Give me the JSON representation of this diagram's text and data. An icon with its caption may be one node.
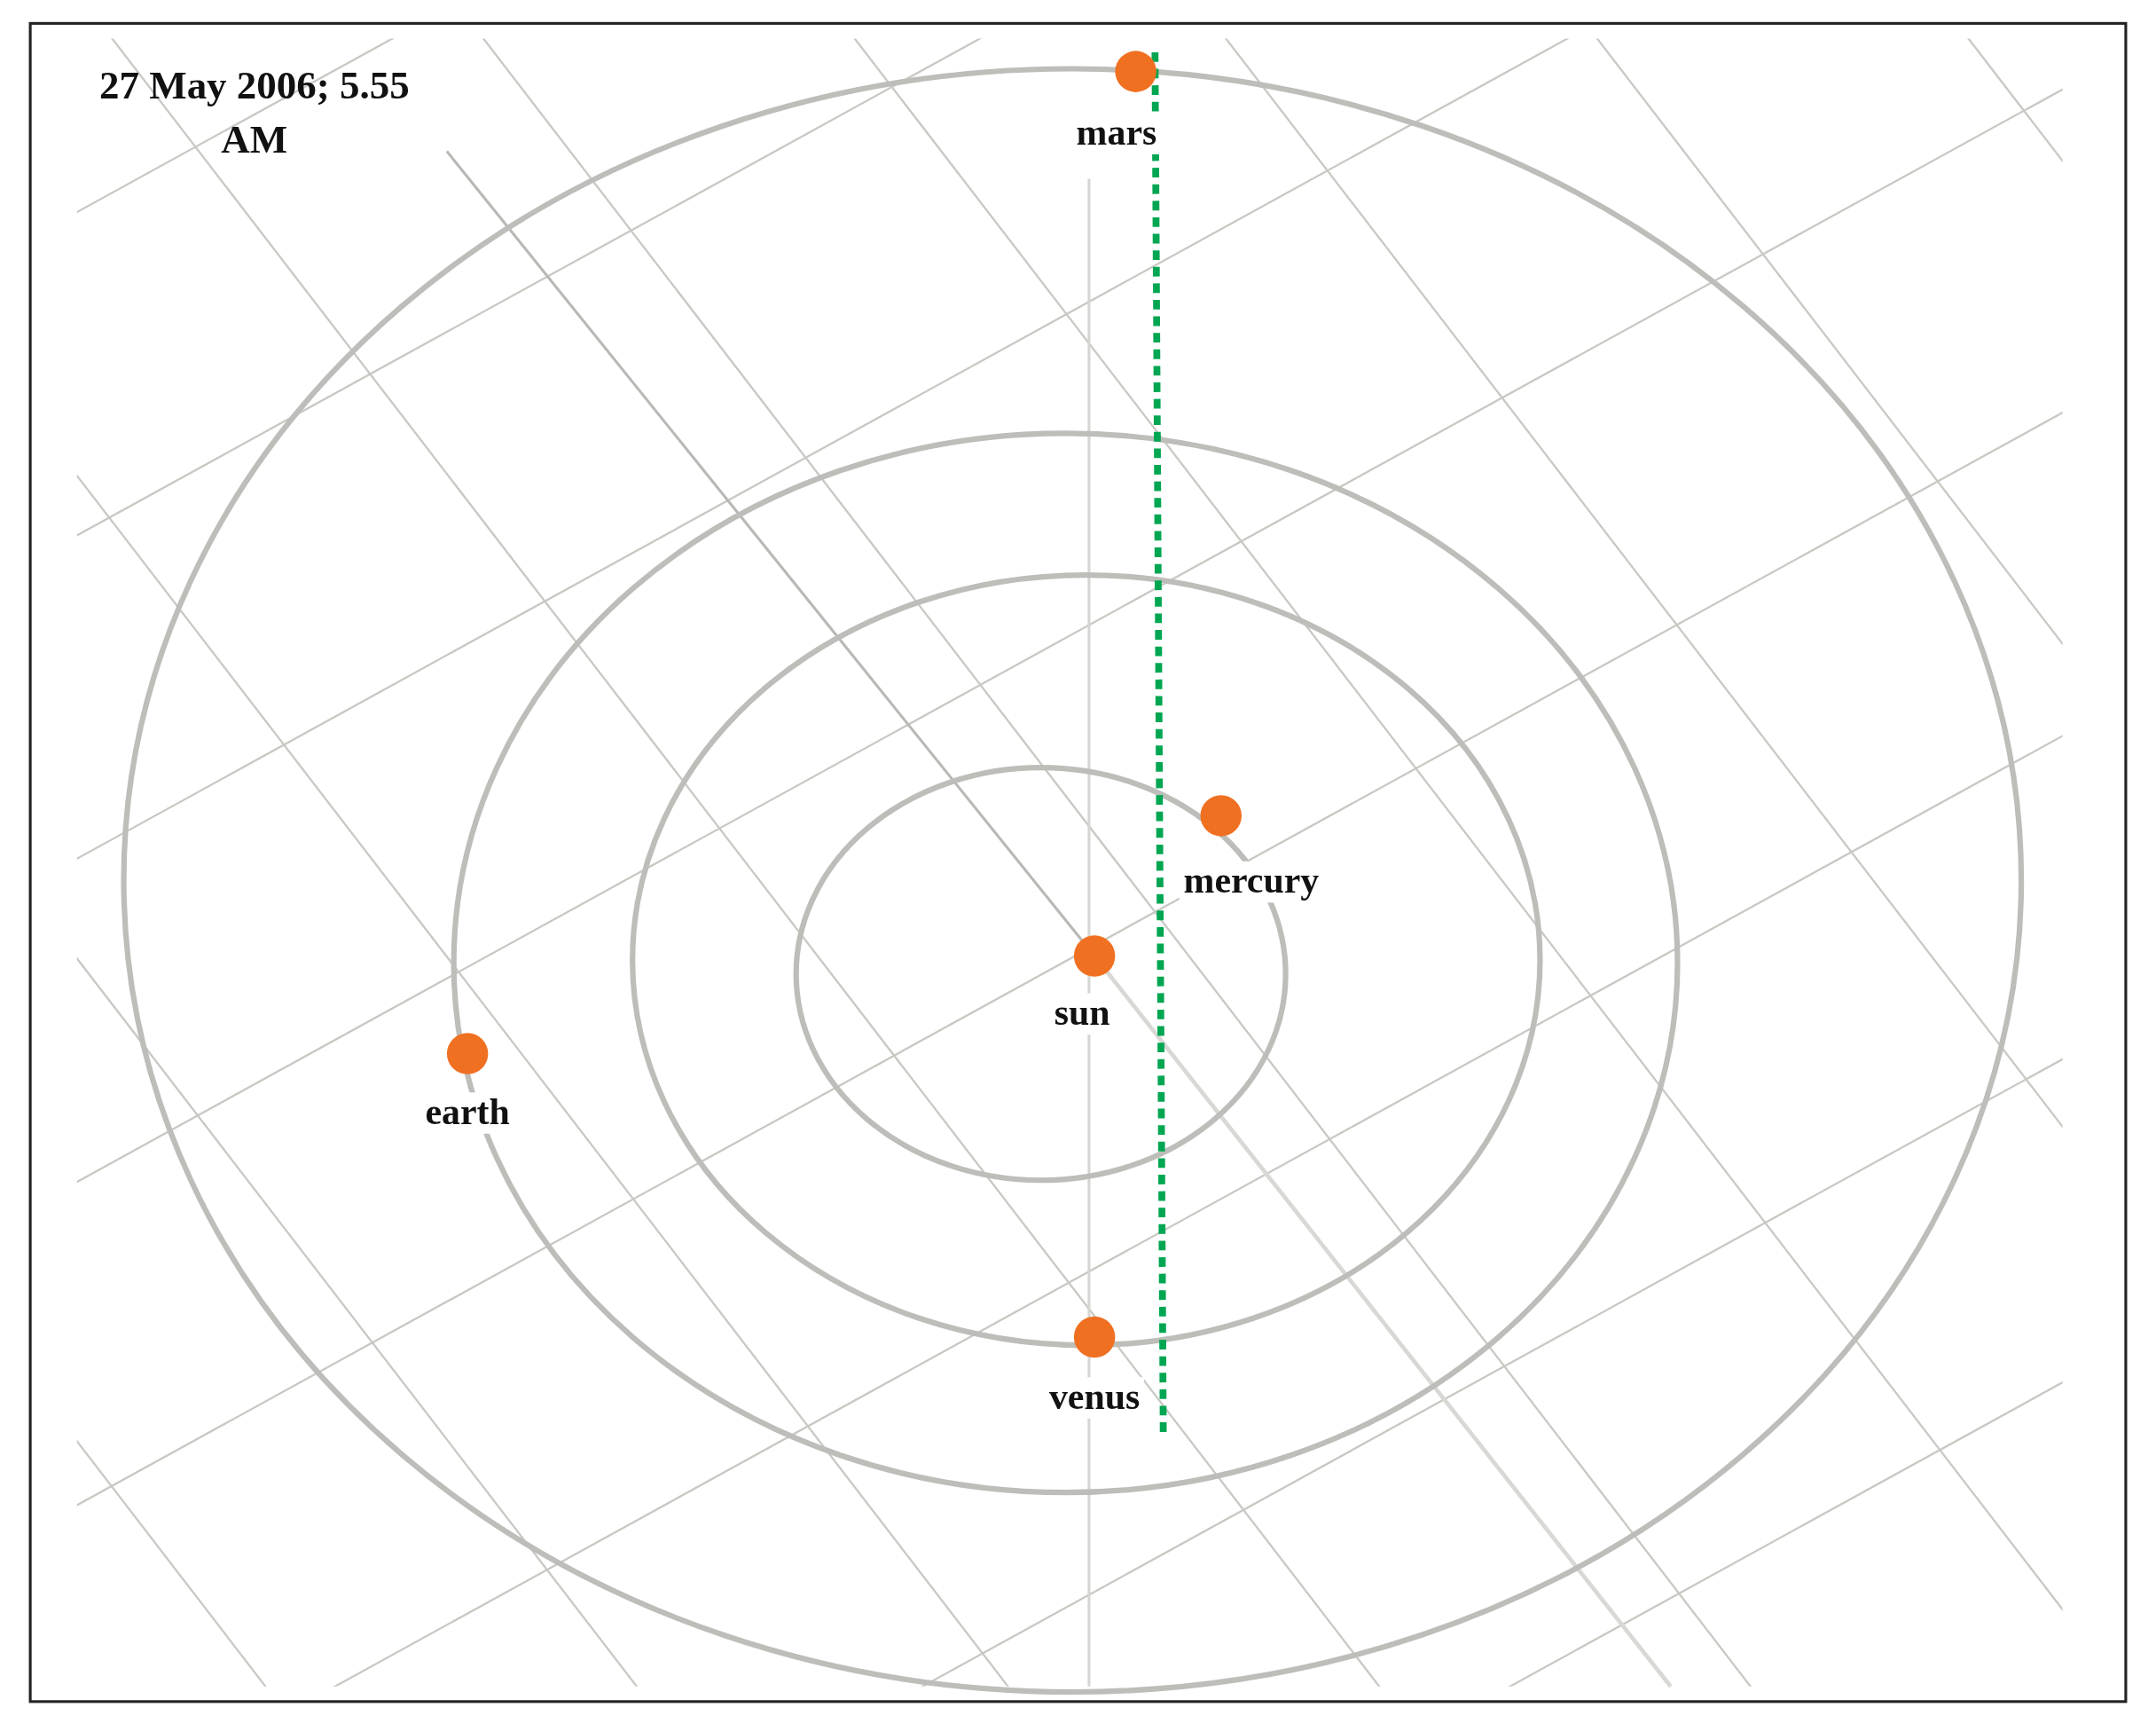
{
  "diagram": {
    "title": "27 May 2006; 5.55 AM",
    "nodes": [
      {
        "text": [],
        "shape": "circle",
        "beside": [
          "mars"
        ]
      },
      {
        "text": [],
        "shape": "circle",
        "beside": [
          "mercury"
        ]
      },
      {
        "text": [],
        "shape": "circle",
        "beside": [
          "sun"
        ]
      },
      {
        "text": [],
        "shape": "circle",
        "beside": [
          "earth"
        ]
      },
      {
        "text": [],
        "shape": "circle",
        "beside": [
          "venus"
        ]
      }
    ]
  }
}
